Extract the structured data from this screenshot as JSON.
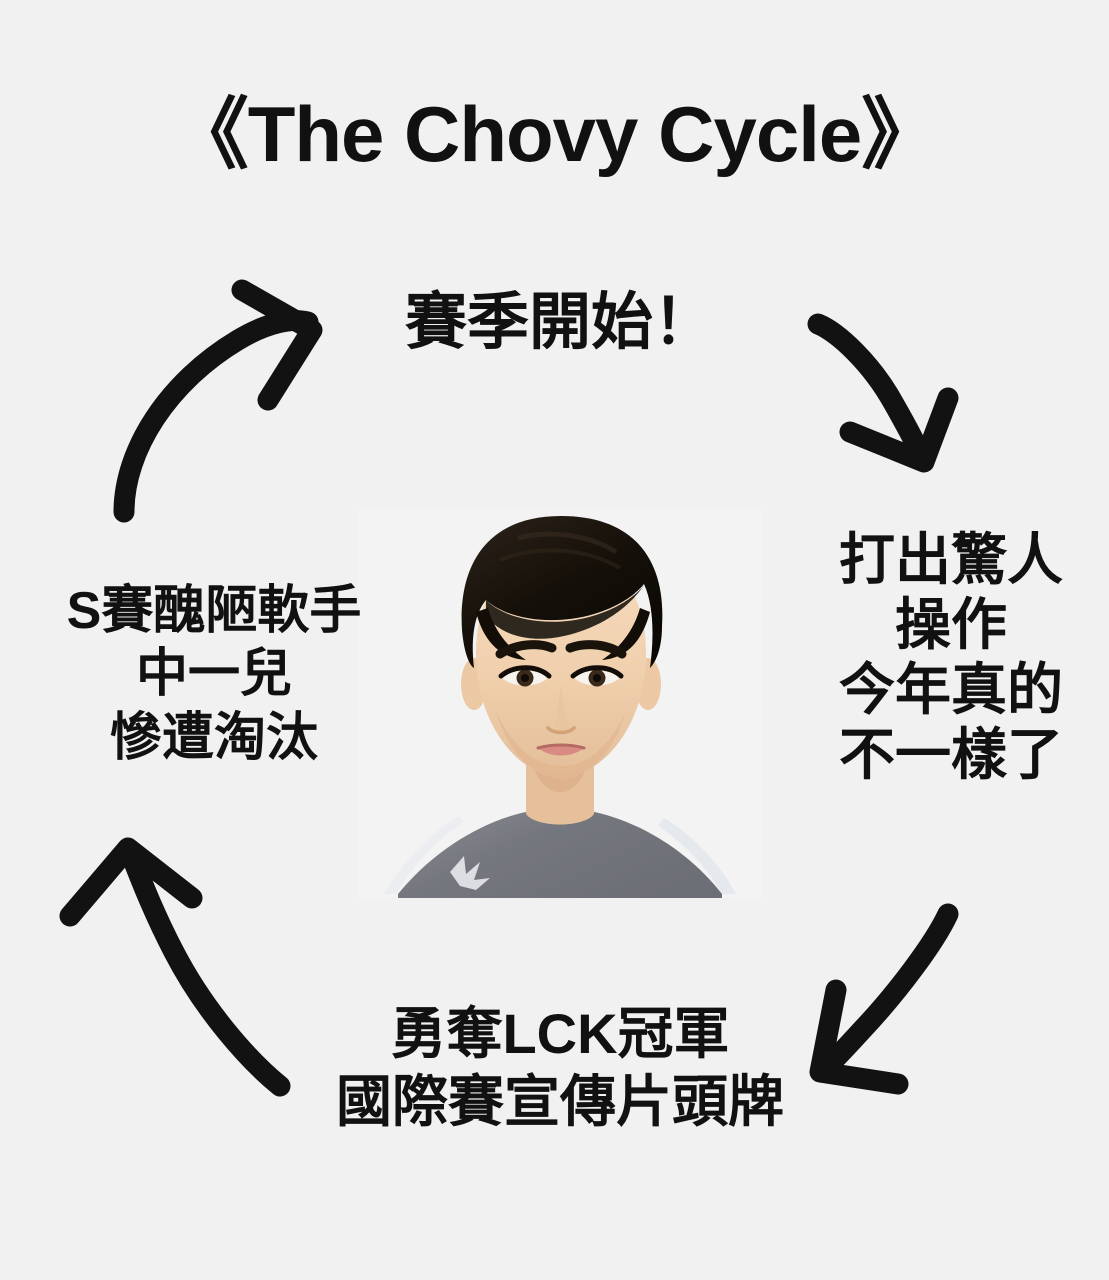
{
  "background_color": "#f1f1f1",
  "text_color": "#111111",
  "title": "《The Chovy Cycle》",
  "cycle": {
    "nodes": [
      {
        "id": "season-start",
        "position": "top",
        "text": "賽季開始！"
      },
      {
        "id": "amazing-plays",
        "position": "right",
        "text": "打出驚人\n操作\n今年真的\n不一樣了"
      },
      {
        "id": "lck-champion",
        "position": "bottom",
        "text": "勇奪LCK冠軍\n國際賽宣傳片頭牌"
      },
      {
        "id": "worlds-exit",
        "position": "left",
        "text": "S賽醜陋軟手\n中一兒\n慘遭淘汰"
      }
    ],
    "arrows": [
      {
        "id": "arrow-left-to-top",
        "name": "curved-arrow-up-right-icon",
        "direction": "up-right"
      },
      {
        "id": "arrow-top-to-right",
        "name": "curved-arrow-down-right-icon",
        "direction": "down-right"
      },
      {
        "id": "arrow-right-to-bottom",
        "name": "curved-arrow-down-left-icon",
        "direction": "down-left"
      },
      {
        "id": "arrow-bottom-to-left",
        "name": "curved-arrow-up-left-icon",
        "direction": "up-left"
      }
    ]
  },
  "center_image": {
    "name": "player-portrait",
    "subject": "young male esports player, short dark hair, gray team jersey",
    "hair_color": "#17120f",
    "skin_color": "#f3d6b6",
    "jersey_color": "#7e8087",
    "jersey_accent_color": "#e8eaee"
  }
}
